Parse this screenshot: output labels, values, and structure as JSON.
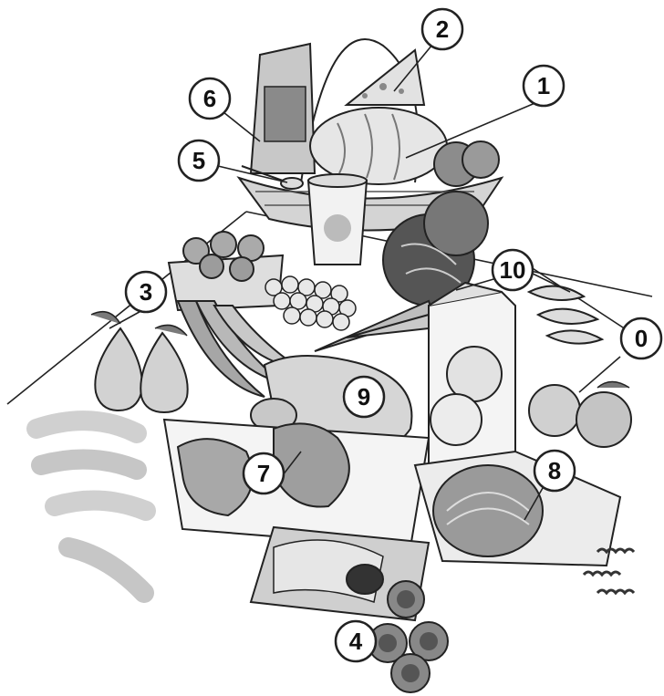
{
  "figure": {
    "labels": [
      "0",
      "1",
      "2",
      "3",
      "4",
      "5",
      "6",
      "7",
      "8",
      "9",
      "10"
    ]
  }
}
